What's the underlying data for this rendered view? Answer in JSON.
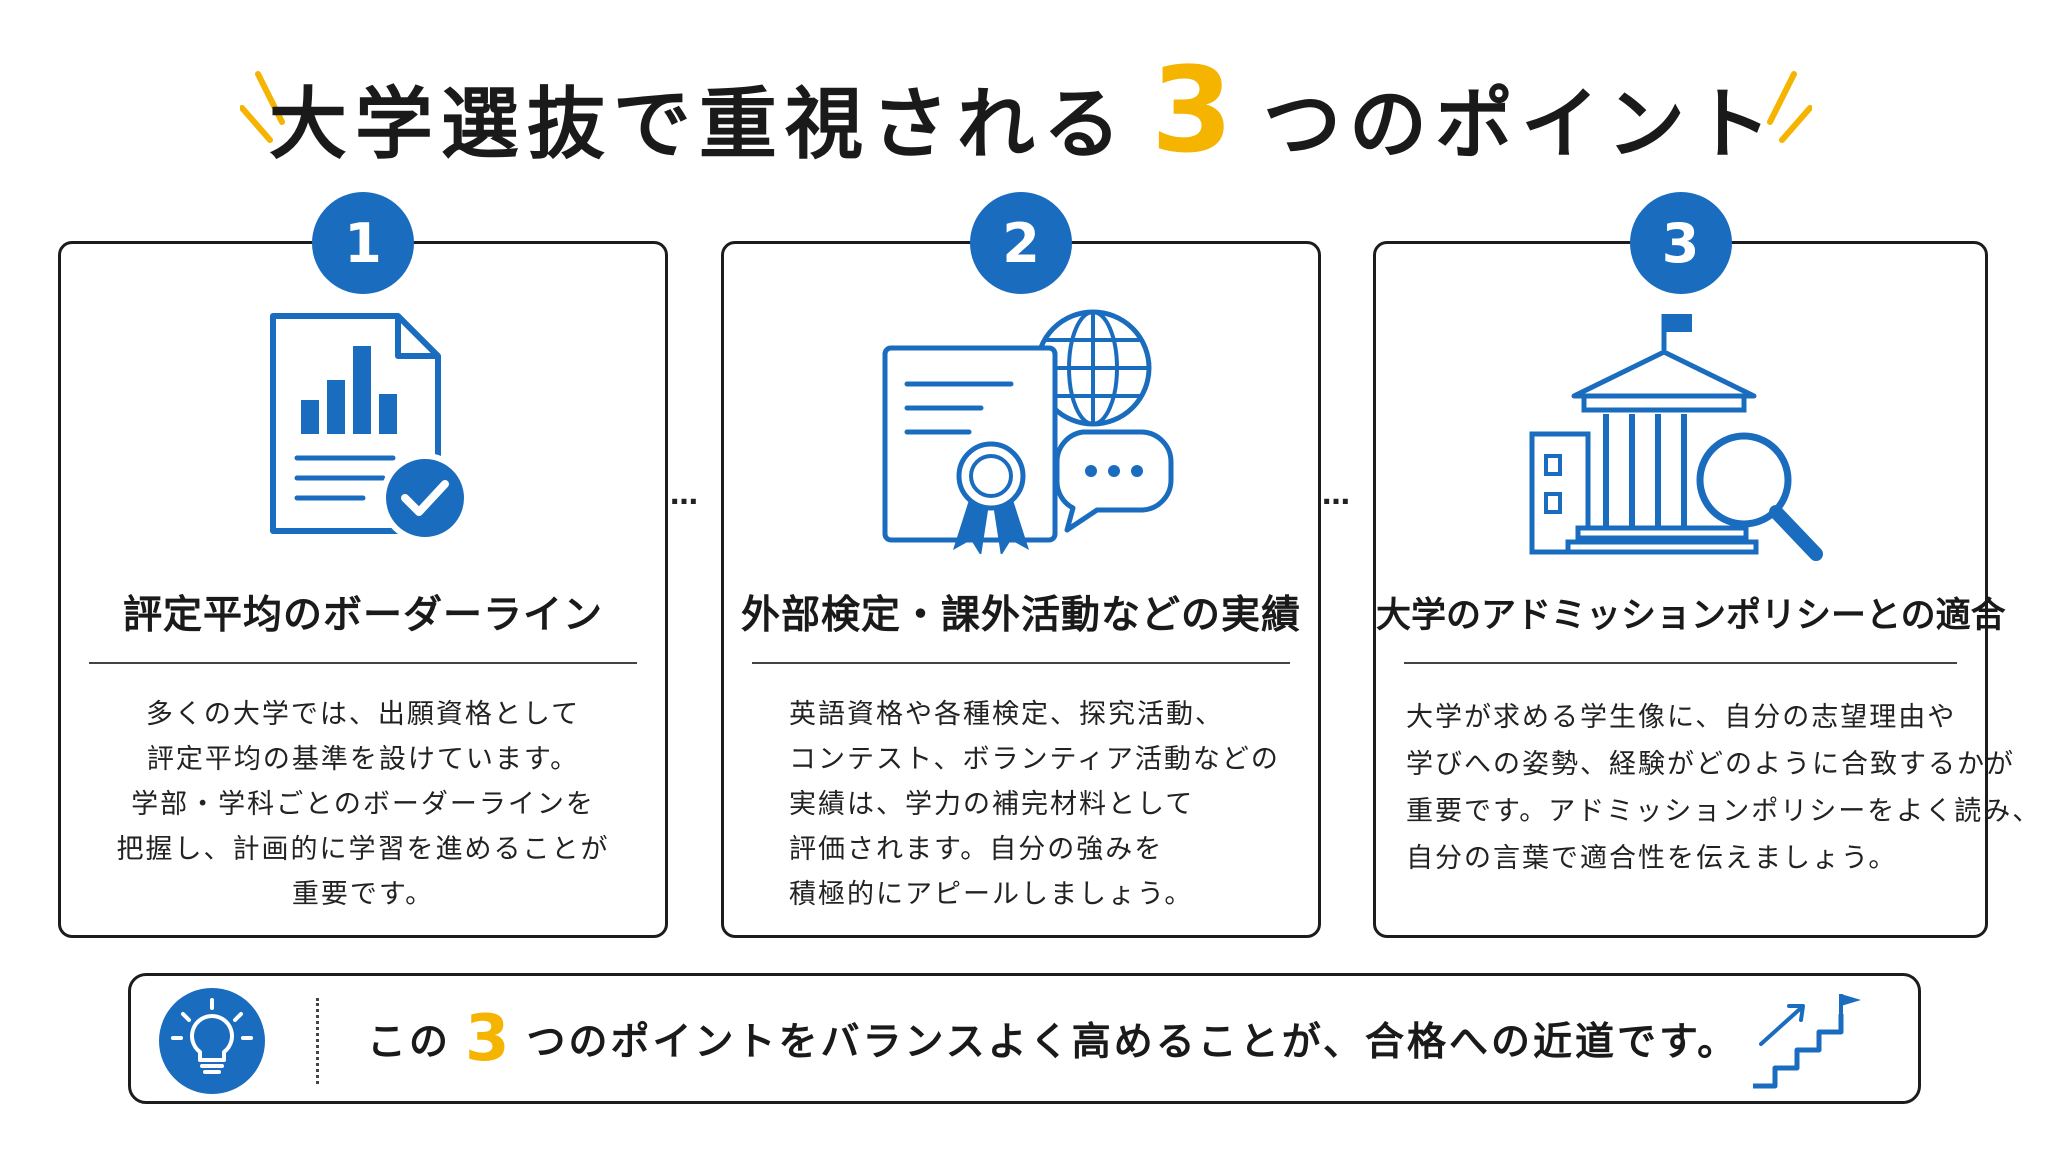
{
  "header": {
    "title_before": "大学選抜で重視される",
    "title_number": "3",
    "title_after": "つのポイント"
  },
  "colors": {
    "accent_yellow": "#f4b400",
    "brand_blue": "#1a6cbf",
    "border": "#1c1c1c"
  },
  "cards": [
    {
      "number": "1",
      "icon": "report-chart-check-icon",
      "title": "評定平均のボーダーライン",
      "body": [
        "多くの大学では、出願資格として",
        "評定平均の基準を設けています。",
        "学部・学科ごとのボーダーラインを",
        "把握し、計画的に学習を進めることが",
        "重要です。"
      ]
    },
    {
      "number": "2",
      "icon": "certificate-globe-chat-icon",
      "title": "外部検定・課外活動などの実績",
      "body": [
        "英語資格や各種検定、探究活動、",
        "コンテスト、ボランティア活動などの",
        "実績は、学力の補完材料として",
        "評価されます。自分の強みを",
        "積極的にアピールしましょう。"
      ]
    },
    {
      "number": "3",
      "icon": "university-search-icon",
      "title": "大学のアドミッションポリシーとの適合",
      "body": [
        "大学が求める学生像に、自分の志望理由や",
        "学びへの姿勢、経験がどのように合致するかが",
        "重要です。アドミッションポリシーをよく読み、",
        "自分の言葉で適合性を伝えましょう。"
      ]
    }
  ],
  "connector": "…",
  "footer": {
    "text_before": "この",
    "number": "3",
    "text_after": "つのポイントをバランスよく高めることが、合格への近道です。",
    "left_icon": "lightbulb-icon",
    "right_icon": "stairs-flag-icon"
  }
}
